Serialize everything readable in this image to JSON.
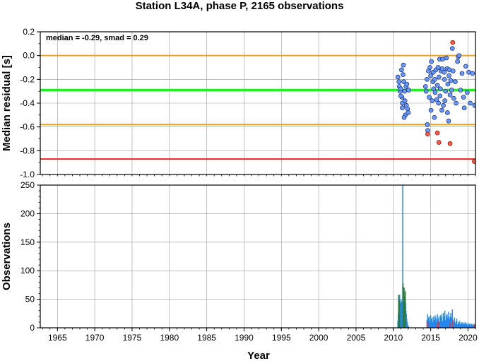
{
  "title": "Station L34A, phase P, 2165 observations",
  "colors": {
    "zero_line": "#f0a020",
    "median_line": "#22ee22",
    "threshold_line": "#f0a020",
    "outlier_line": "#ee2222",
    "normal_point": "#6699ff",
    "outlier_point": "#ff5544",
    "bar": "#2288ee",
    "bar_secondary": "#2a7a2a",
    "bar_outlier": "#ee3333",
    "grid": "#9a9a9a"
  },
  "chart_data": [
    {
      "type": "scatter",
      "ylabel": "Median residual [s]",
      "annotation": "median = -0.29, smad = 0.29",
      "xlim": [
        1962.7,
        2021.0
      ],
      "ylim": [
        -1.0,
        0.2
      ],
      "yticks": [
        "0.2",
        "0.0",
        "-0.2",
        "-0.4",
        "-0.6",
        "-0.8",
        "-1.0"
      ],
      "ytick_values": [
        0.2,
        0.0,
        -0.2,
        -0.4,
        -0.6,
        -0.8,
        -1.0
      ],
      "grid": true,
      "hlines": [
        {
          "role": "zero",
          "y": 0.0
        },
        {
          "role": "median",
          "y": -0.29
        },
        {
          "role": "threshold",
          "y": -0.58
        },
        {
          "role": "outlier",
          "y": -0.87
        }
      ],
      "points": [
        [
          2010.6,
          -0.18
        ],
        [
          2010.75,
          -0.22
        ],
        [
          2010.8,
          -0.26
        ],
        [
          2010.9,
          -0.3
        ],
        [
          2011.0,
          -0.28
        ],
        [
          2011.1,
          -0.12
        ],
        [
          2011.15,
          -0.35
        ],
        [
          2011.2,
          -0.4
        ],
        [
          2011.3,
          -0.16
        ],
        [
          2011.35,
          -0.08
        ],
        [
          2011.4,
          -0.22
        ],
        [
          2011.5,
          -0.3
        ],
        [
          2011.55,
          -0.38
        ],
        [
          2011.6,
          -0.5
        ],
        [
          2011.7,
          -0.26
        ],
        [
          2011.75,
          -0.42
        ],
        [
          2011.8,
          -0.24
        ],
        [
          2011.9,
          -0.45
        ],
        [
          2012.0,
          -0.48
        ],
        [
          2012.05,
          -0.29
        ],
        [
          2011.45,
          -0.52
        ],
        [
          2011.2,
          -0.44
        ],
        [
          2011.0,
          -0.34
        ],
        [
          2014.3,
          -0.26
        ],
        [
          2014.4,
          -0.3
        ],
        [
          2014.5,
          -0.2
        ],
        [
          2014.55,
          -0.58
        ],
        [
          2014.6,
          -0.63
        ],
        [
          2014.7,
          -0.13
        ],
        [
          2014.8,
          -0.35
        ],
        [
          2014.9,
          -0.1
        ],
        [
          2015.0,
          -0.17
        ],
        [
          2015.05,
          -0.46
        ],
        [
          2015.1,
          -0.05
        ],
        [
          2015.2,
          -0.38
        ],
        [
          2015.3,
          -0.22
        ],
        [
          2015.35,
          -0.14
        ],
        [
          2015.4,
          -0.28
        ],
        [
          2015.5,
          -0.52
        ],
        [
          2015.55,
          -0.2
        ],
        [
          2015.6,
          -0.31
        ],
        [
          2015.7,
          -0.12
        ],
        [
          2015.8,
          -0.37
        ],
        [
          2015.9,
          -0.25
        ],
        [
          2016.0,
          -0.1
        ],
        [
          2016.05,
          -0.4
        ],
        [
          2016.1,
          -0.18
        ],
        [
          2016.2,
          -0.03
        ],
        [
          2016.25,
          -0.34
        ],
        [
          2016.3,
          -0.28
        ],
        [
          2016.4,
          -0.13
        ],
        [
          2016.5,
          -0.46
        ],
        [
          2016.55,
          -0.11
        ],
        [
          2016.6,
          -0.03
        ],
        [
          2016.7,
          -0.42
        ],
        [
          2016.8,
          -0.14
        ],
        [
          2016.85,
          -0.2
        ],
        [
          2016.9,
          -0.38
        ],
        [
          2017.0,
          -0.3
        ],
        [
          2017.1,
          -0.02
        ],
        [
          2017.2,
          -0.11
        ],
        [
          2017.25,
          -0.48
        ],
        [
          2017.3,
          -0.24
        ],
        [
          2017.4,
          -0.55
        ],
        [
          2017.45,
          -0.17
        ],
        [
          2017.5,
          -0.12
        ],
        [
          2017.6,
          -0.33
        ],
        [
          2017.7,
          -0.21
        ],
        [
          2017.8,
          -0.29
        ],
        [
          2017.9,
          0.06
        ],
        [
          2018.0,
          -0.13
        ],
        [
          2018.1,
          -0.36
        ],
        [
          2018.3,
          -0.22
        ],
        [
          2018.4,
          -0.4
        ],
        [
          2018.6,
          -0.05
        ],
        [
          2018.7,
          -0.01
        ],
        [
          2018.8,
          0.0
        ],
        [
          2019.0,
          -0.29
        ],
        [
          2019.2,
          -0.15
        ],
        [
          2019.4,
          -0.35
        ],
        [
          2019.5,
          -0.44
        ],
        [
          2019.7,
          -0.09
        ],
        [
          2019.9,
          -0.31
        ],
        [
          2020.1,
          -0.14
        ],
        [
          2020.3,
          -0.4
        ],
        [
          2020.6,
          -0.15
        ],
        [
          2020.9,
          -0.42
        ]
      ],
      "outliers": [
        [
          2014.6,
          -0.66
        ],
        [
          2015.9,
          -0.65
        ],
        [
          2016.1,
          -0.73
        ],
        [
          2017.6,
          -0.74
        ],
        [
          2017.95,
          0.11
        ],
        [
          2020.85,
          -0.89
        ]
      ]
    },
    {
      "type": "bar",
      "ylabel": "Observations",
      "xlabel": "Year",
      "xlim": [
        1962.7,
        2021.0
      ],
      "ylim": [
        0,
        250
      ],
      "xticks": [
        "1965",
        "1970",
        "1975",
        "1980",
        "1985",
        "1990",
        "1995",
        "2000",
        "2005",
        "2010",
        "2015",
        "2020"
      ],
      "xtick_values": [
        1965,
        1970,
        1975,
        1980,
        1985,
        1990,
        1995,
        2000,
        2005,
        2010,
        2015,
        2020
      ],
      "yticks": [
        "250",
        "200",
        "150",
        "100",
        "50",
        "0"
      ],
      "ytick_values": [
        250,
        200,
        150,
        100,
        50,
        0
      ],
      "grid": true,
      "series": [
        {
          "role": "main",
          "x": [
            2010.6,
            2010.65,
            2010.7,
            2010.75,
            2010.8,
            2010.85,
            2010.9,
            2010.95,
            2011.0,
            2011.05,
            2011.1,
            2011.15,
            2011.2,
            2011.25,
            2011.3,
            2011.35,
            2011.4,
            2011.45,
            2011.5,
            2011.55,
            2011.6,
            2011.65,
            2011.7,
            2011.75,
            2011.8,
            2011.85,
            2011.9,
            2011.95,
            2012.0,
            2012.05,
            2014.5,
            2014.6,
            2014.7,
            2014.8,
            2014.9,
            2015.0,
            2015.1,
            2015.2,
            2015.3,
            2015.4,
            2015.5,
            2015.6,
            2015.7,
            2015.8,
            2015.9,
            2016.0,
            2016.1,
            2016.2,
            2016.3,
            2016.4,
            2016.5,
            2016.6,
            2016.7,
            2016.8,
            2016.9,
            2017.0,
            2017.1,
            2017.2,
            2017.3,
            2017.4,
            2017.5,
            2017.6,
            2017.7,
            2017.8,
            2017.9,
            2018.0,
            2018.1,
            2018.2,
            2018.3,
            2018.4,
            2018.5,
            2018.6,
            2018.7,
            2018.8,
            2018.9,
            2019.0,
            2019.1,
            2019.2,
            2019.3,
            2019.4,
            2019.5,
            2019.6,
            2019.7,
            2019.8,
            2019.9,
            2020.0,
            2020.1,
            2020.2,
            2020.3,
            2020.4,
            2020.5,
            2020.6,
            2020.7,
            2020.8,
            2020.9
          ],
          "values": [
            12,
            25,
            40,
            52,
            30,
            58,
            36,
            44,
            28,
            50,
            34,
            46,
            38,
            250,
            55,
            72,
            48,
            60,
            42,
            56,
            36,
            44,
            30,
            24,
            16,
            10,
            6,
            4,
            3,
            2,
            14,
            24,
            18,
            20,
            12,
            22,
            16,
            18,
            10,
            20,
            14,
            22,
            18,
            12,
            24,
            16,
            20,
            10,
            22,
            18,
            24,
            12,
            26,
            20,
            30,
            14,
            22,
            24,
            18,
            28,
            16,
            20,
            26,
            18,
            32,
            14,
            10,
            18,
            8,
            12,
            16,
            6,
            10,
            8,
            12,
            6,
            8,
            10,
            6,
            9,
            7,
            10,
            6,
            8,
            5,
            9,
            6,
            7,
            5,
            8,
            6,
            5,
            7,
            4,
            6
          ]
        },
        {
          "role": "secondary",
          "x": [
            2010.7,
            2010.85,
            2011.3,
            2011.45,
            2011.6
          ],
          "values": [
            58,
            48,
            78,
            70,
            64
          ]
        },
        {
          "role": "outlier",
          "x": [
            2014.6,
            2015.9,
            2016.1,
            2017.6,
            2017.95,
            2020.85
          ],
          "values": [
            10,
            8,
            12,
            9,
            14,
            6
          ]
        }
      ]
    }
  ]
}
